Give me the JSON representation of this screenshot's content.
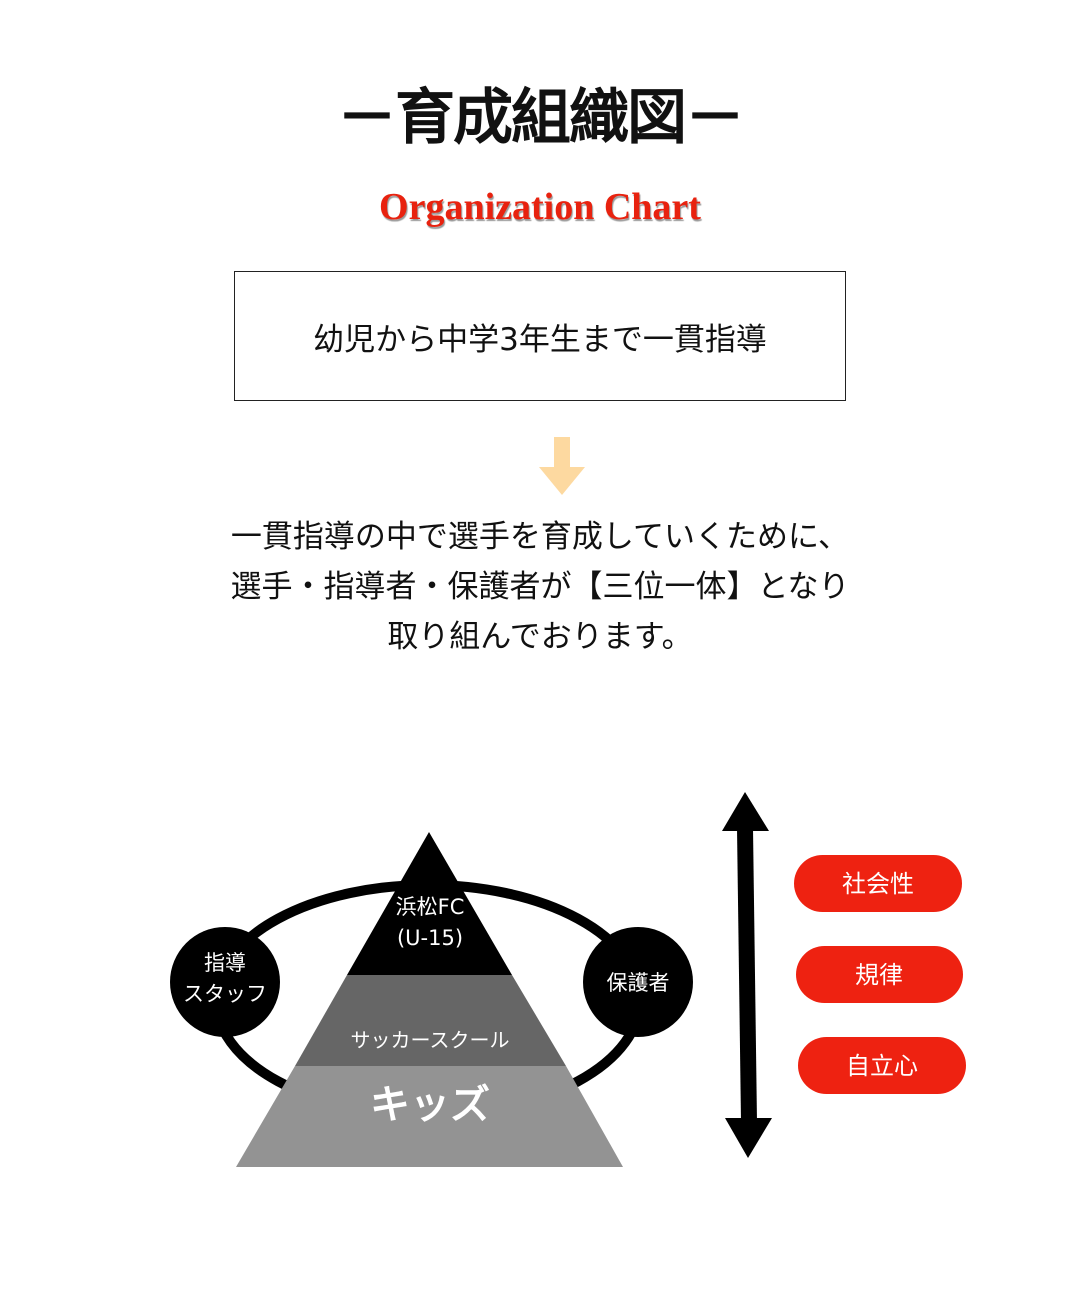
{
  "header": {
    "title": "－育成組織図－",
    "subtitle": "Organization Chart"
  },
  "summary_box": {
    "text": "幼児から中学3年生まで一貫指導"
  },
  "down_arrow": {
    "icon": "arrow-down-icon",
    "color": "#fdd9a0"
  },
  "description": {
    "lines": [
      "一貫指導の中で選手を育成していくために、",
      "選手・指導者・保護者が【三位一体】となり",
      "取り組んでおります。"
    ]
  },
  "pyramid": {
    "top": [
      "浜松FC",
      "(U-15)"
    ],
    "middle": "サッカースクール",
    "bottom": "キッズ"
  },
  "circles": {
    "left": [
      "指導",
      "スタッフ"
    ],
    "right": "保護者"
  },
  "values": [
    "社会性",
    "規律",
    "自立心"
  ],
  "colors": {
    "accent": "#ee2211",
    "pyramid_top": "#000000",
    "pyramid_middle": "#666666",
    "pyramid_bottom": "#939393"
  }
}
